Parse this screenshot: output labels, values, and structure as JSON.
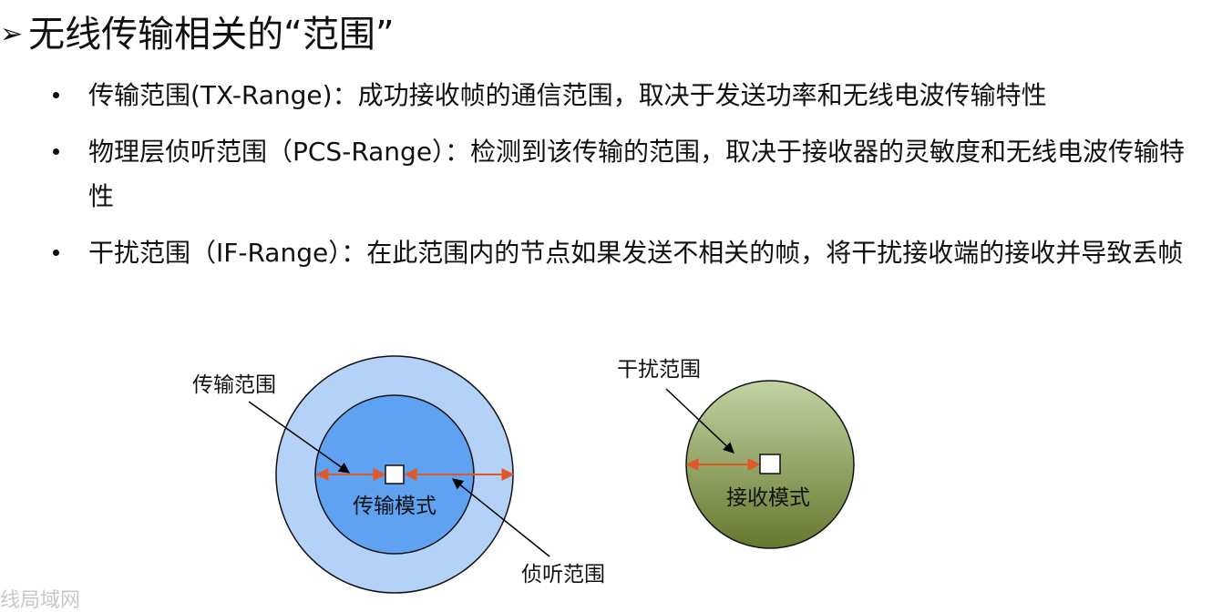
{
  "title": "无线传输相关的“范围”",
  "bullets": [
    "传输范围(TX-Range)：成功接收帧的通信范围，取决于发送功率和无线电波传输特性",
    "物理层侦听范围（PCS-Range）：检测到该传输的范围，取决于接收器的灵敏度和无线电波传输特性",
    "干扰范围（IF-Range）：在此范围内的节点如果发送不相关的帧，将干扰接收端的接收并导致丢帧"
  ],
  "diagram": {
    "left": {
      "range_label": "传输范围",
      "center_label": "传输模式",
      "sensing_label": "侦听范围"
    },
    "right": {
      "range_label": "干扰范围",
      "center_label": "接收模式"
    }
  },
  "watermark": "线局域网",
  "colors": {
    "outer_circle": "#b4d1f7",
    "inner_circle": "#5fa2f1",
    "green_top": "#c2d3a3",
    "green_bottom": "#66782e",
    "arrow": "#e0572a",
    "pointer": "#000000"
  }
}
